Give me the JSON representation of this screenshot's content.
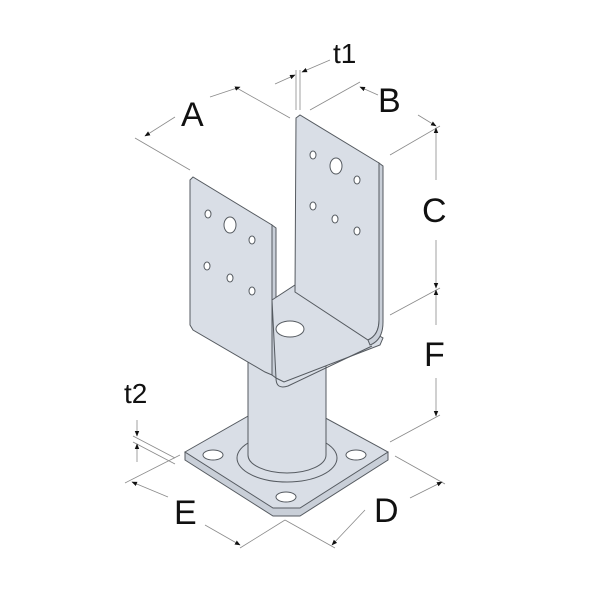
{
  "diagram": {
    "subject": "U-shaped post base bracket on cylindrical standoff with square base plate",
    "colors": {
      "metal_fill": "#d9dee6",
      "metal_edge": "#555a60",
      "dimension_line": "#8a8a8a",
      "arrow": "#111111",
      "background": "#ffffff"
    },
    "labels": {
      "A": "A",
      "B": "B",
      "C": "C",
      "D": "D",
      "E": "E",
      "F": "F",
      "t1": "t1",
      "t2": "t2"
    }
  }
}
